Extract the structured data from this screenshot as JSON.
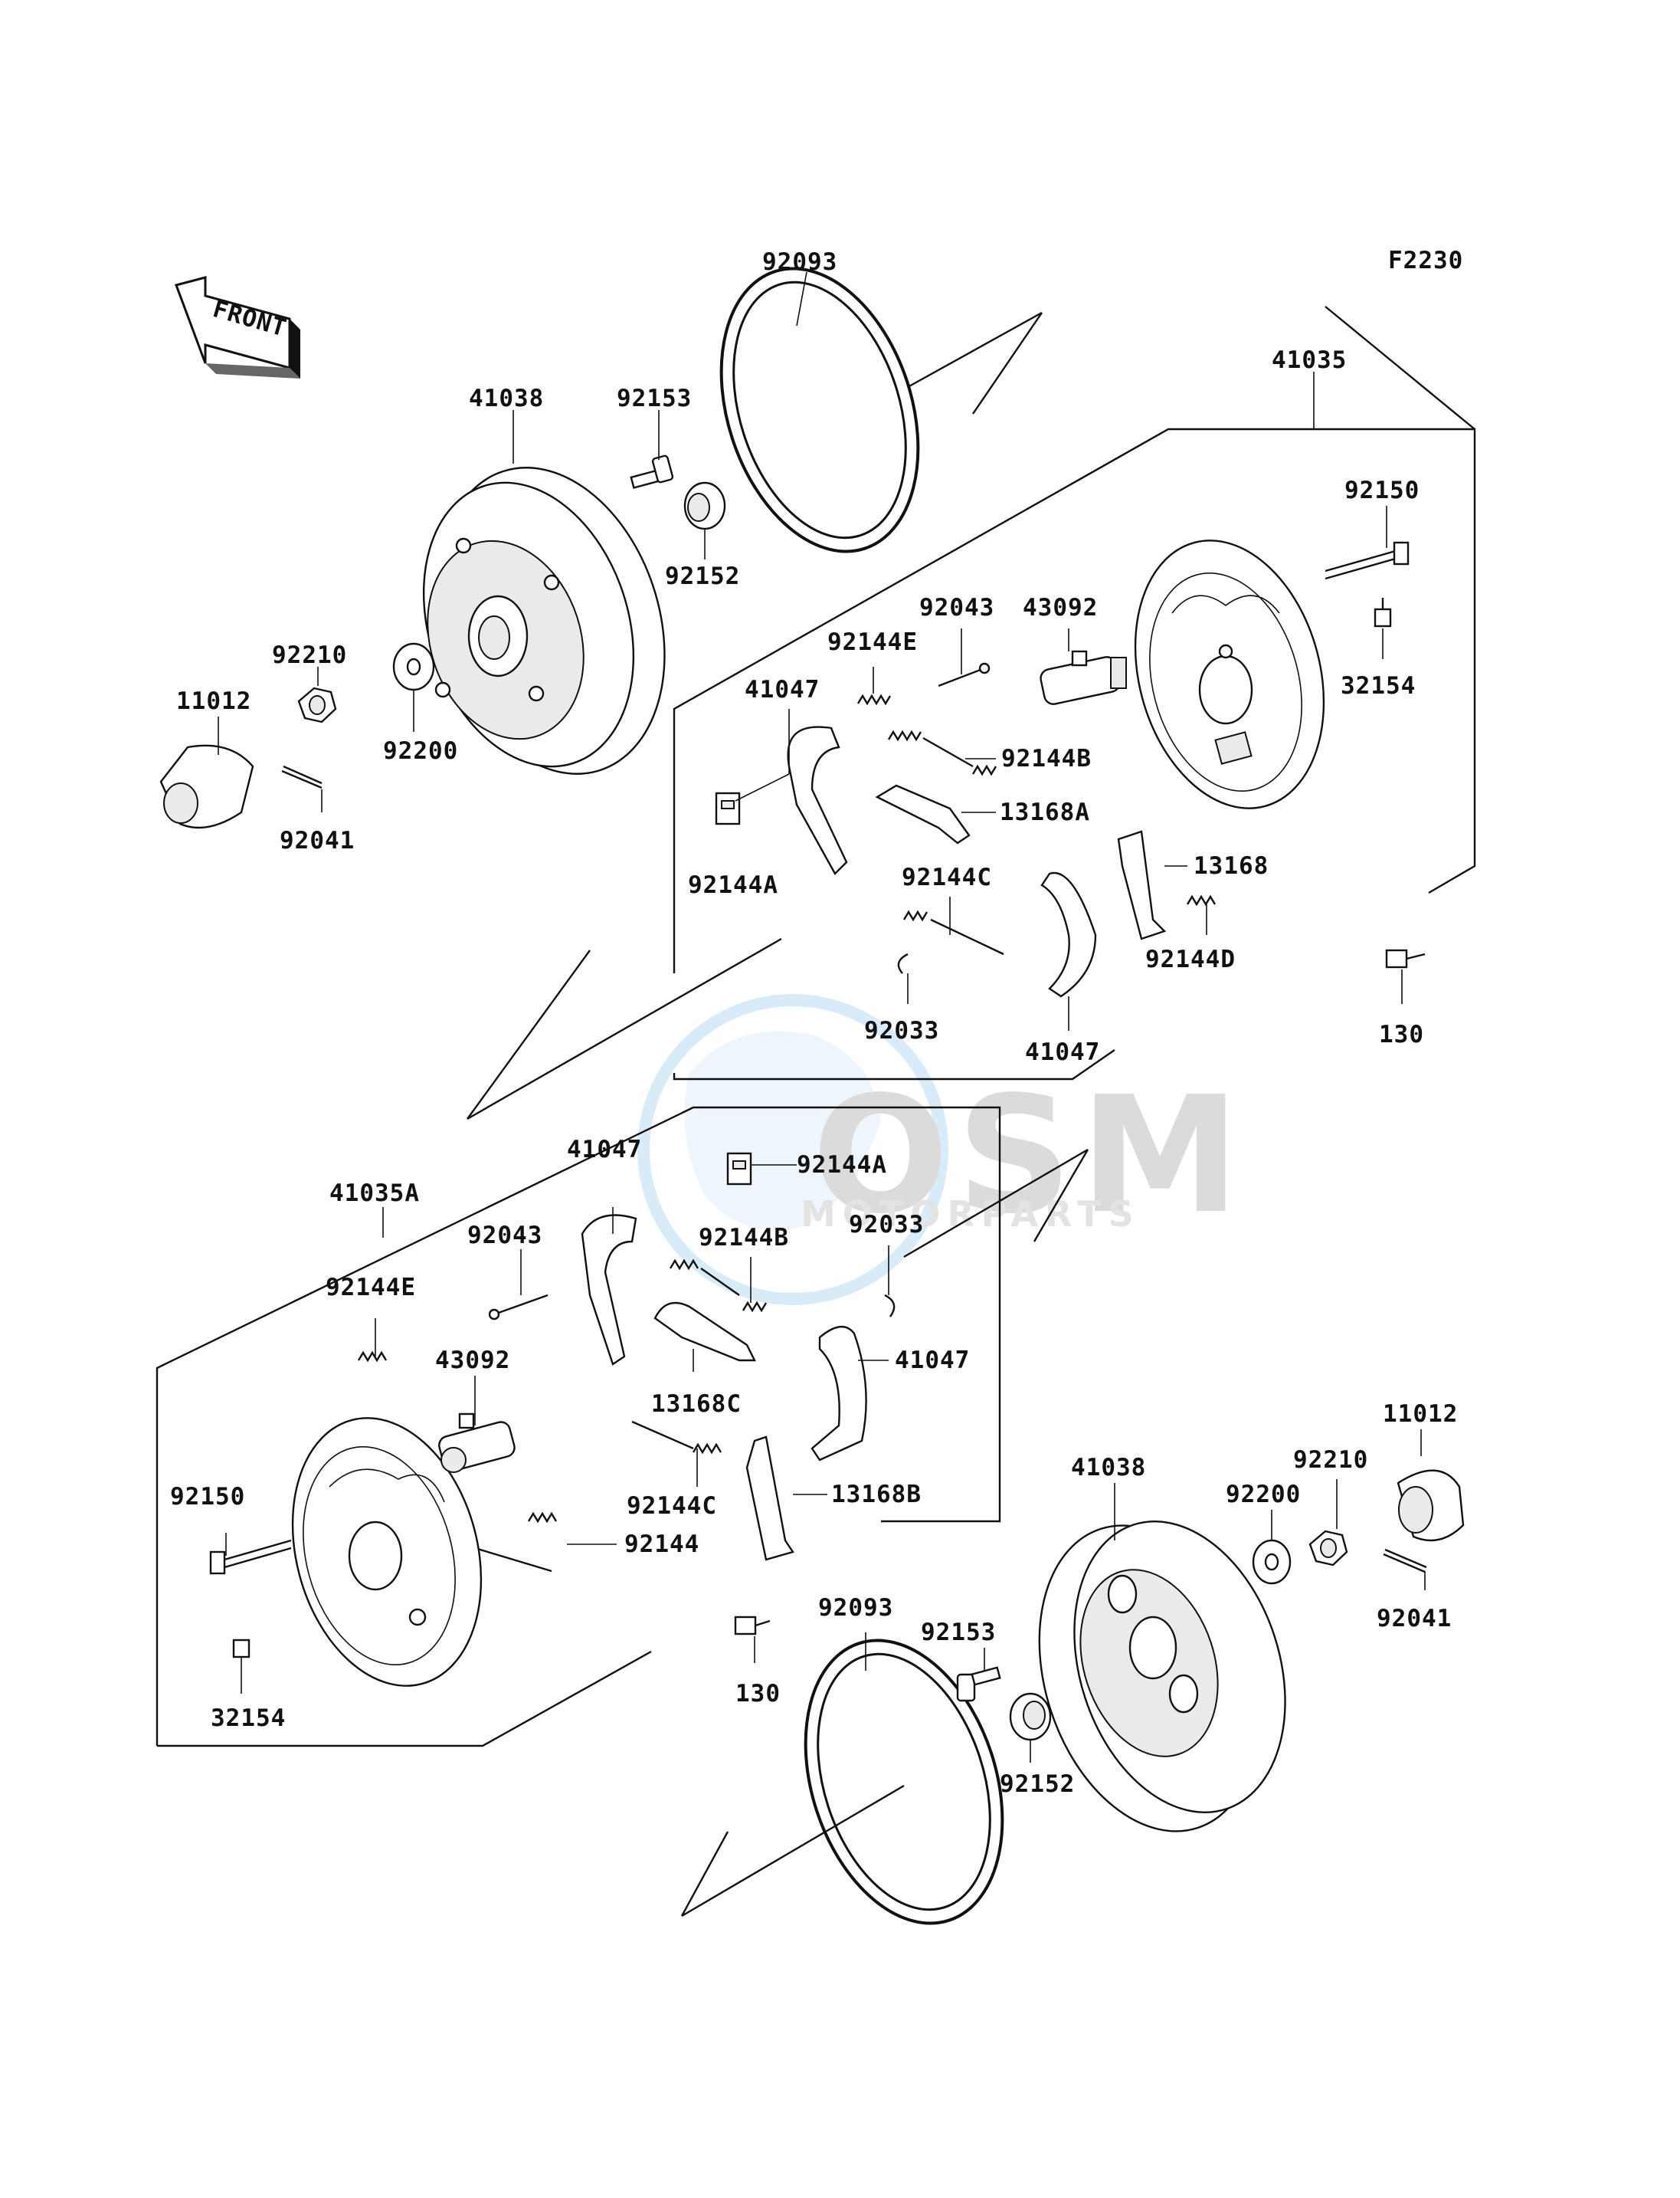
{
  "diagram": {
    "code": "F2230",
    "front_arrow": "FRONT",
    "watermark": {
      "brand": "OSM",
      "sub": "MOTORPARTS"
    },
    "labels": [
      {
        "id": "l-92093-top",
        "text": "92093"
      },
      {
        "id": "l-41038-top",
        "text": "41038"
      },
      {
        "id": "l-92153-top",
        "text": "92153"
      },
      {
        "id": "l-92152-top",
        "text": "92152"
      },
      {
        "id": "l-92210-top",
        "text": "92210"
      },
      {
        "id": "l-11012-top",
        "text": "11012"
      },
      {
        "id": "l-92200-top",
        "text": "92200"
      },
      {
        "id": "l-92041-top",
        "text": "92041"
      },
      {
        "id": "l-41035",
        "text": "41035"
      },
      {
        "id": "l-92150-top",
        "text": "92150"
      },
      {
        "id": "l-43092-top",
        "text": "43092"
      },
      {
        "id": "l-92043-top",
        "text": "92043"
      },
      {
        "id": "l-92144E-top",
        "text": "92144E"
      },
      {
        "id": "l-32154-top",
        "text": "32154"
      },
      {
        "id": "l-41047-top-a",
        "text": "41047"
      },
      {
        "id": "l-92144B-top",
        "text": "92144B"
      },
      {
        "id": "l-13168A",
        "text": "13168A"
      },
      {
        "id": "l-92144A-top",
        "text": "92144A"
      },
      {
        "id": "l-92144C-top",
        "text": "92144C"
      },
      {
        "id": "l-13168",
        "text": "13168"
      },
      {
        "id": "l-92144D",
        "text": "92144D"
      },
      {
        "id": "l-92033-top",
        "text": "92033"
      },
      {
        "id": "l-41047-top-b",
        "text": "41047"
      },
      {
        "id": "l-130-top",
        "text": "130"
      },
      {
        "id": "l-41035A",
        "text": "41035A"
      },
      {
        "id": "l-41047-bot-a",
        "text": "41047"
      },
      {
        "id": "l-92144A-bot",
        "text": "92144A"
      },
      {
        "id": "l-92043-bot",
        "text": "92043"
      },
      {
        "id": "l-92144B-bot",
        "text": "92144B"
      },
      {
        "id": "l-92033-bot",
        "text": "92033"
      },
      {
        "id": "l-92144E-bot",
        "text": "92144E"
      },
      {
        "id": "l-43092-bot",
        "text": "43092"
      },
      {
        "id": "l-41047-bot-b",
        "text": "41047"
      },
      {
        "id": "l-13168C",
        "text": "13168C"
      },
      {
        "id": "l-92150-bot",
        "text": "92150"
      },
      {
        "id": "l-92144C-bot",
        "text": "92144C"
      },
      {
        "id": "l-13168B",
        "text": "13168B"
      },
      {
        "id": "l-92144",
        "text": "92144"
      },
      {
        "id": "l-11012-bot",
        "text": "11012"
      },
      {
        "id": "l-41038-bot",
        "text": "41038"
      },
      {
        "id": "l-92210-bot",
        "text": "92210"
      },
      {
        "id": "l-92200-bot",
        "text": "92200"
      },
      {
        "id": "l-92041-bot",
        "text": "92041"
      },
      {
        "id": "l-92093-bot",
        "text": "92093"
      },
      {
        "id": "l-92153-bot",
        "text": "92153"
      },
      {
        "id": "l-130-bot",
        "text": "130"
      },
      {
        "id": "l-92152-bot",
        "text": "92152"
      },
      {
        "id": "l-32154-bot",
        "text": "32154"
      }
    ]
  }
}
